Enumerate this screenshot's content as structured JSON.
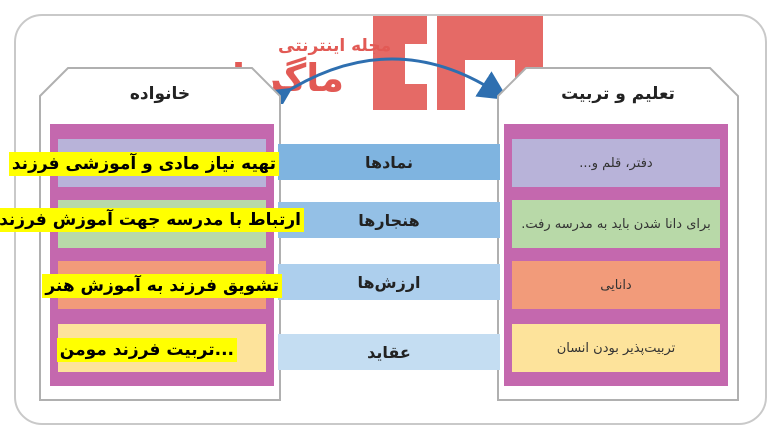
{
  "watermark": {
    "line1": "مجله اینترنتی",
    "line2": "ماگرتا",
    "color": "#e25a55"
  },
  "left_box": {
    "title": "خانواده",
    "items": [
      "تهیه نیاز مادی و آموزشی فرزند",
      "ارتباط با مدرسه جهت آموزش فرزند",
      "تشویق فرزند به آموزش هنر",
      "...تربیت فرزند مومن"
    ],
    "cell_colors": [
      "#b8b3d9",
      "#b8d9a8",
      "#f29b7a",
      "#fde39b"
    ],
    "highlight_color": "#ffff00"
  },
  "right_box": {
    "title": "تعلیم و تربیت",
    "items": [
      "دفتر، قلم و...",
      "برای دانا شدن باید به مدرسه رفت.",
      "دانایی",
      "تربیت‌پذیر بودن انسان"
    ],
    "cell_colors": [
      "#b8b3d9",
      "#b8d9a8",
      "#f29b7a",
      "#fde39b"
    ]
  },
  "middle": {
    "labels": [
      "نمادها",
      "هنجارها",
      "ارزش‌ها",
      "عقاید"
    ],
    "colors": [
      "#7fb4e0",
      "#94c0e6",
      "#adcfed",
      "#c4ddf2"
    ]
  },
  "colors": {
    "panel": "#c468ae",
    "house_fill": "#ffffff",
    "house_stroke": "#b0b0b0",
    "arrow": "#2e6fb0"
  }
}
